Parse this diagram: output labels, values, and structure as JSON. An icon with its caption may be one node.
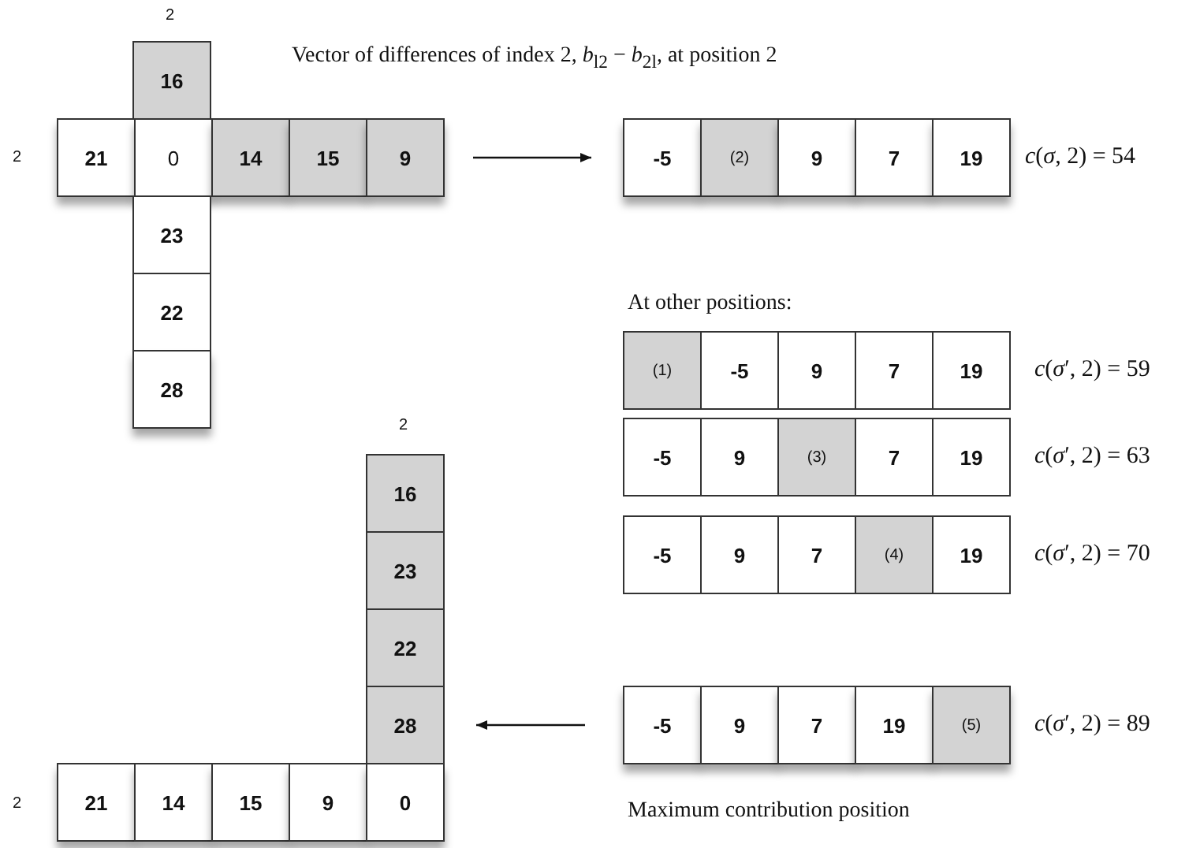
{
  "diagram": {
    "nodes": [
      {
        "text": [
          "16"
        ]
      },
      {
        "text": [
          "21"
        ]
      },
      {
        "text": [
          "0"
        ]
      },
      {
        "text": [
          "14"
        ]
      },
      {
        "text": [
          "15"
        ]
      },
      {
        "text": [
          "9"
        ]
      },
      {
        "text": [
          "23"
        ]
      },
      {
        "text": [
          "22"
        ]
      },
      {
        "text": [
          "28"
        ]
      },
      {
        "text": [
          "-5"
        ]
      },
      {
        "text": [
          "(2)"
        ]
      },
      {
        "text": [
          "9"
        ]
      },
      {
        "text": [
          "7"
        ]
      },
      {
        "text": [
          "19"
        ]
      },
      {
        "text": [
          "(1)"
        ]
      },
      {
        "text": [
          "-5"
        ]
      },
      {
        "text": [
          "9"
        ]
      },
      {
        "text": [
          "7"
        ]
      },
      {
        "text": [
          "19"
        ]
      },
      {
        "text": [
          "-5"
        ]
      },
      {
        "text": [
          "9"
        ]
      },
      {
        "text": [
          "(3)"
        ]
      },
      {
        "text": [
          "7"
        ]
      },
      {
        "text": [
          "19"
        ]
      },
      {
        "text": [
          "-5"
        ]
      },
      {
        "text": [
          "9"
        ]
      },
      {
        "text": [
          "7"
        ]
      },
      {
        "text": [
          "(4)"
        ]
      },
      {
        "text": [
          "19"
        ]
      },
      {
        "text": [
          "-5"
        ]
      },
      {
        "text": [
          "9"
        ]
      },
      {
        "text": [
          "7"
        ]
      },
      {
        "text": [
          "19"
        ]
      },
      {
        "text": [
          "(5)"
        ]
      },
      {
        "text": [
          "16"
        ]
      },
      {
        "text": [
          "23"
        ]
      },
      {
        "text": [
          "22"
        ]
      },
      {
        "text": [
          "28"
        ]
      },
      {
        "text": [
          "21"
        ]
      },
      {
        "text": [
          "14"
        ]
      },
      {
        "text": [
          "15"
        ]
      },
      {
        "text": [
          "9"
        ]
      },
      {
        "text": [
          "0"
        ]
      }
    ],
    "edges": [
      {
        "from": 5,
        "to": 9,
        "arrow": "to"
      },
      {
        "from": 29,
        "to": 37,
        "arrow": "to"
      }
    ],
    "labels": [
      "2",
      "Vector of differences of index 2, *b*$_{l2}$ − *b*$_{2l}$, at position 2",
      "2",
      "*c*(*σ*, 2) = 54",
      "At other positions:",
      "*c*(*σ*′, 2) = 59",
      "2",
      "*c*(*σ*′, 2) = 63",
      "*c*(*σ*′, 2) = 70",
      "*c*(*σ*′, 2) = 89",
      "2",
      "Maximum contribution position"
    ]
  }
}
